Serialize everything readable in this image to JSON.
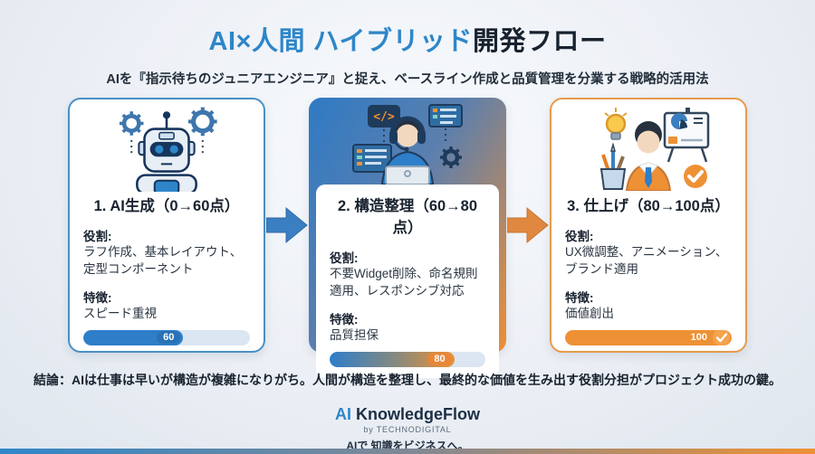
{
  "header": {
    "title_accent": "AI×人間 ハイブリッド",
    "title_rest": "開発フロー",
    "subtitle": "AIを『指示待ちのジュニアエンジニア』と捉え、ベースライン作成と品質管理を分業する戦略的活用法"
  },
  "cards": [
    {
      "icon": "robot-icon",
      "title": "1. AI生成（0→60点）",
      "role_label": "役割:",
      "role_text": "ラフ作成、基本レイアウト、定型コンポーネント",
      "feature_label": "特徴:",
      "feature_text": "スピード重視",
      "progress_value": "60",
      "progress_percent": 60
    },
    {
      "icon": "engineer-headset-icon",
      "title": "2. 構造整理（60→80点）",
      "role_label": "役割:",
      "role_text": "不要Widget削除、命名規則適用、レスポンシブ対応",
      "feature_label": "特徴:",
      "feature_text": "品質担保",
      "progress_value": "80",
      "progress_percent": 80
    },
    {
      "icon": "designer-presentation-icon",
      "title": "3. 仕上げ（80→100点）",
      "role_label": "役割:",
      "role_text": "UX微調整、アニメーション、ブランド適用",
      "feature_label": "特徴:",
      "feature_text": "価値創出",
      "progress_value": "100",
      "progress_percent": 100
    }
  ],
  "conclusion": "結論：AIは仕事は早いが構造が複雑になりがち。人間が構造を整理し、最終的な価値を生み出す役割分担がプロジェクト成功の鍵。",
  "footer": {
    "brand_accent": "AI",
    "brand_name": " KnowledgeFlow",
    "brand_sub": "by TECHNODIGITAL",
    "tagline": "AIで 知識をビジネスへ。"
  },
  "colors": {
    "accent_blue": "#2e86c9",
    "accent_orange": "#ee9135",
    "title_dark": "#18222f",
    "card1_border": "#4a90c4",
    "card3_border": "#e89a4a",
    "track": "#dbe6f2"
  }
}
